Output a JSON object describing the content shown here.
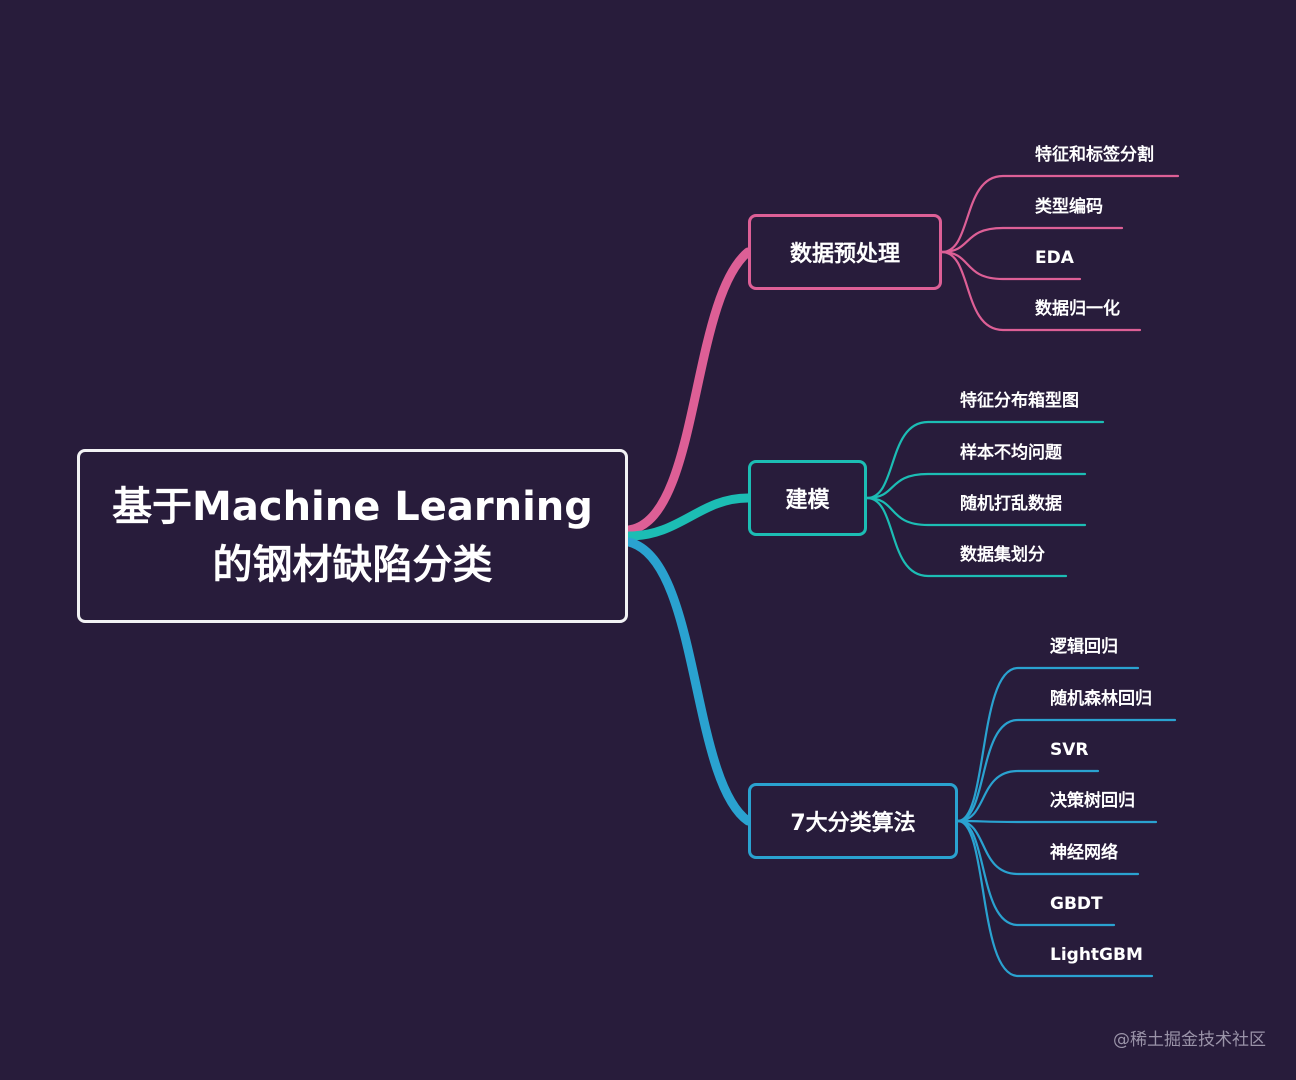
{
  "root": {
    "line1": "基于Machine Learning",
    "line2": "的钢材缺陷分类"
  },
  "branches": [
    {
      "label": "数据预处理",
      "color": "#dd5f96",
      "leaves": [
        "特征和标签分割",
        "类型编码",
        "EDA",
        "数据归一化"
      ]
    },
    {
      "label": "建模",
      "color": "#1cbdb4",
      "leaves": [
        "特征分布箱型图",
        "样本不均问题",
        "随机打乱数据",
        "数据集划分"
      ]
    },
    {
      "label": "7大分类算法",
      "color": "#2aa2d0",
      "leaves": [
        "逻辑回归",
        "随机森林回归",
        "SVR",
        "决策树回归",
        "神经网络",
        "GBDT",
        "LightGBM"
      ]
    }
  ],
  "watermark": "@稀土掘金技术社区",
  "colors": {
    "background": "#281c3b",
    "root_border": "#f2f2f4",
    "text": "#ffffff"
  }
}
